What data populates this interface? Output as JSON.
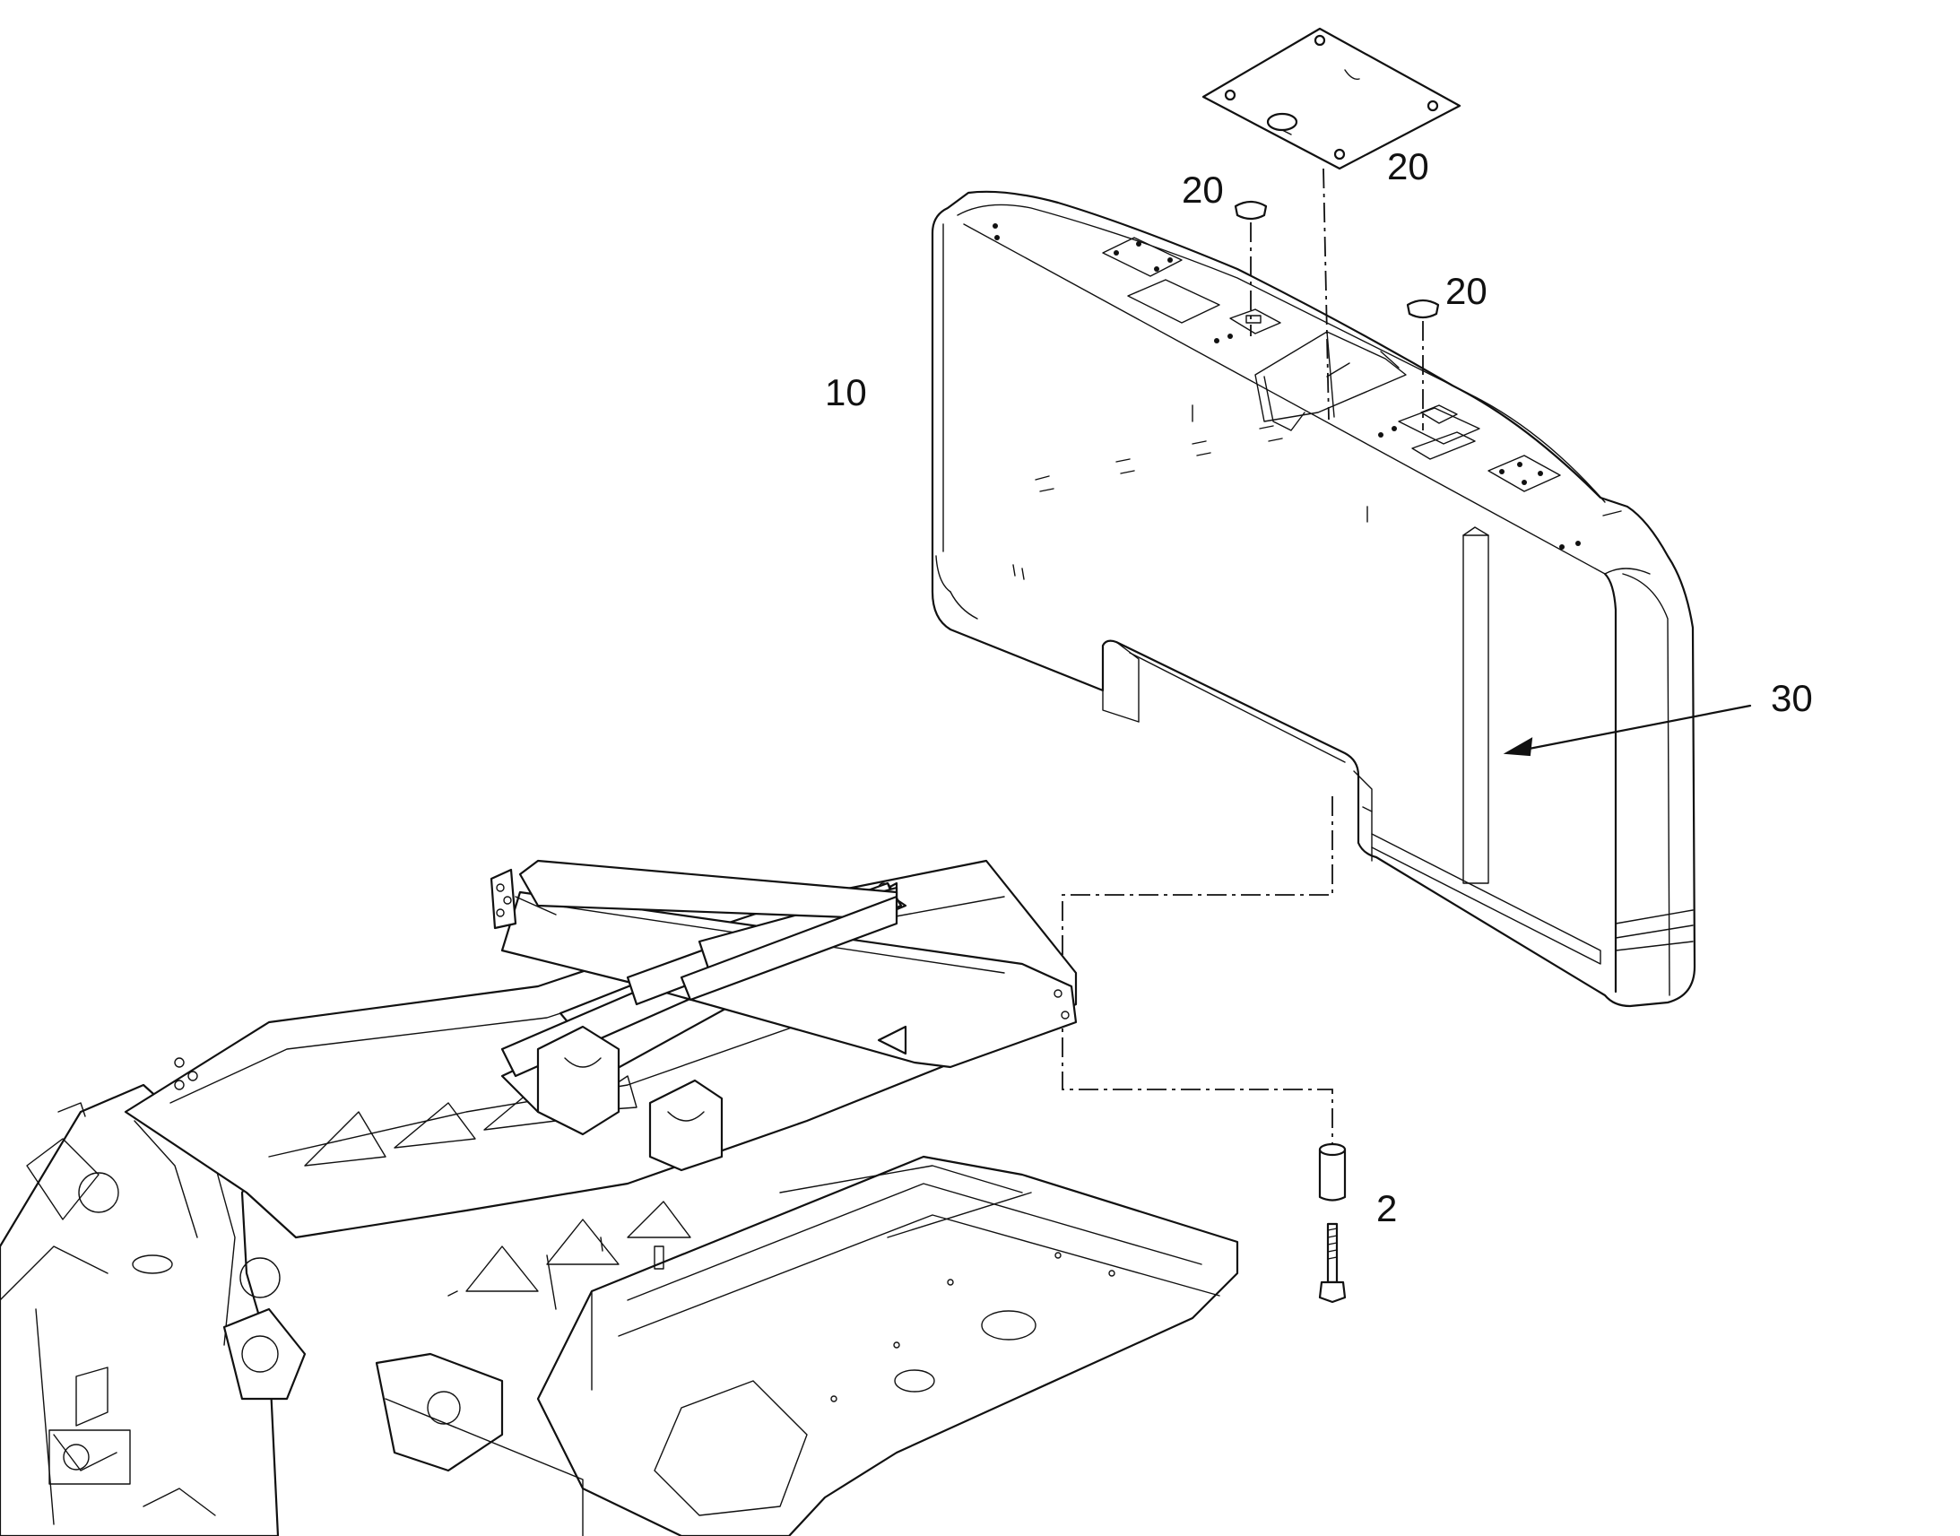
{
  "callouts": {
    "counterweight": "10",
    "cap_left": "20",
    "cover_plate": "20",
    "cap_right": "20",
    "spacer_bolt": "2",
    "pointer_30": "30"
  },
  "colors": {
    "line": "#111111",
    "background": "#ffffff"
  }
}
